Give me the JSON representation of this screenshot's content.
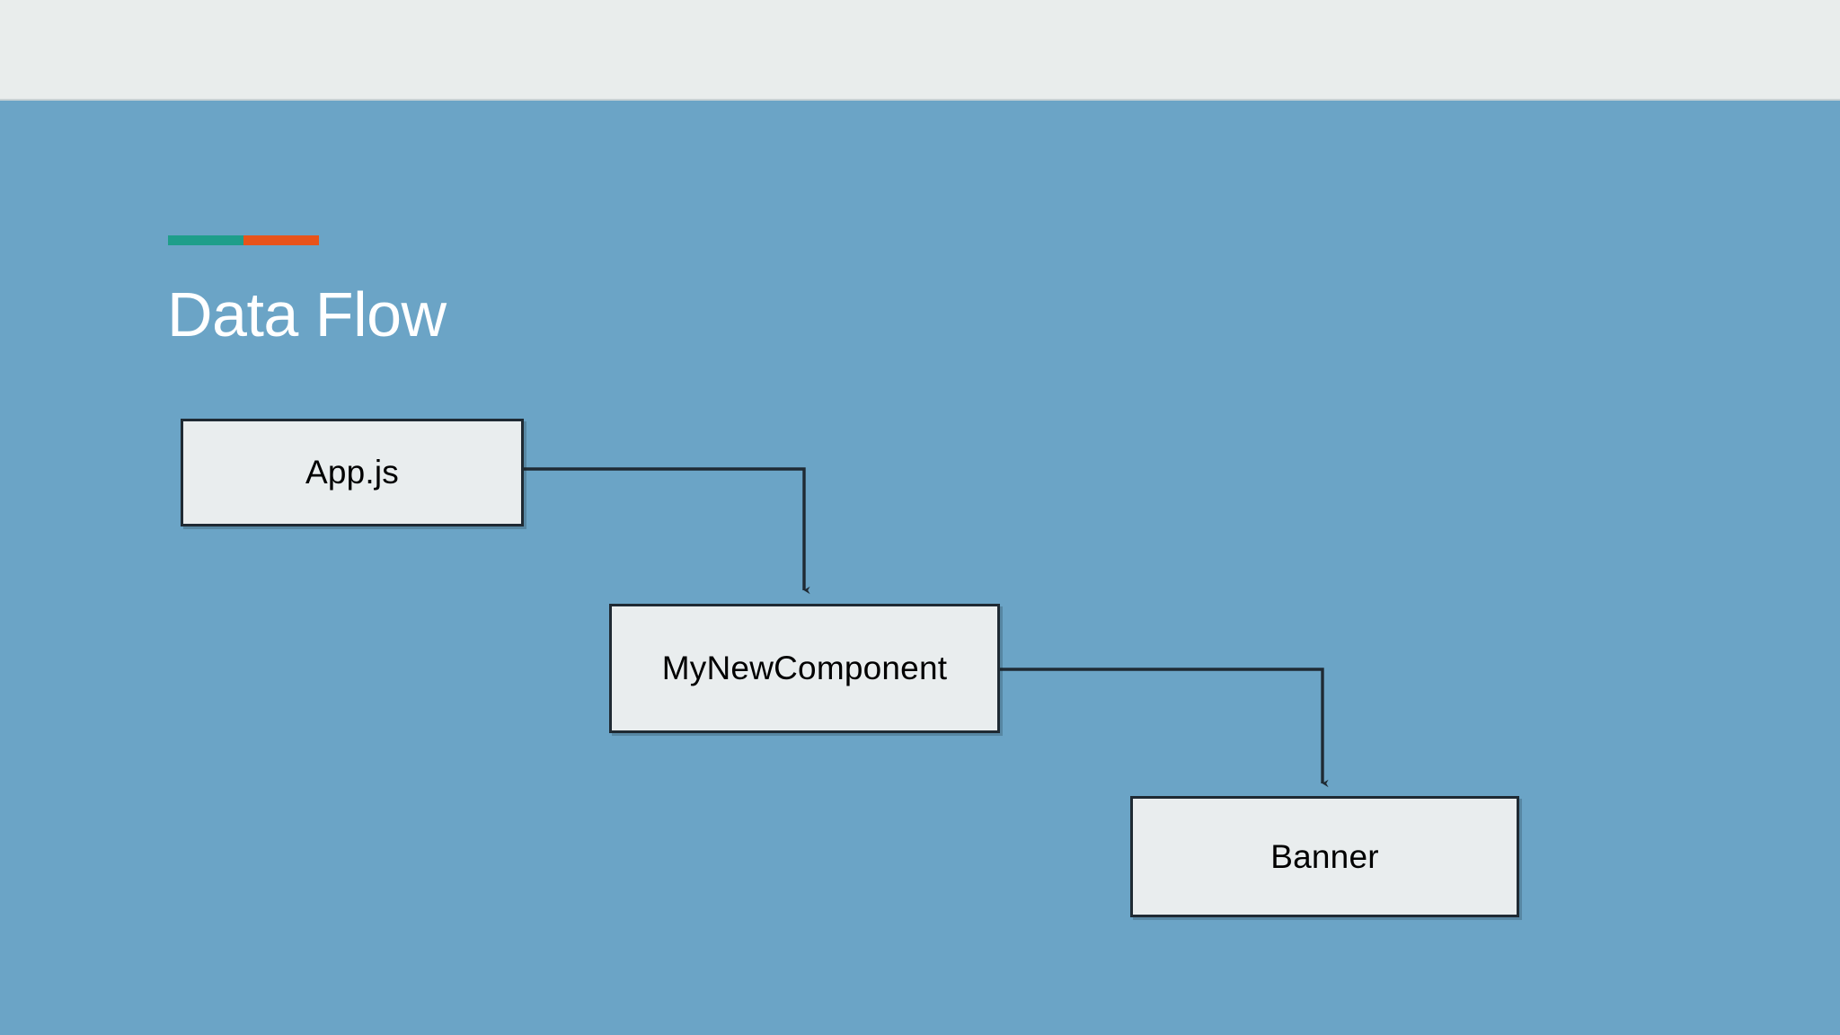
{
  "slide": {
    "title": "Data Flow",
    "background_color": "#6ba4c6",
    "top_band_color": "#e9edec",
    "title_color": "#ffffff"
  },
  "accent_bar": {
    "left_color": "#1e9e8a",
    "right_color": "#e8531a"
  },
  "diagram": {
    "type": "flowchart",
    "node_fill": "#e9edee",
    "node_border_color": "#1f2a33",
    "edge_color": "#1f2a33",
    "nodes": [
      {
        "id": "app",
        "label": "App.js"
      },
      {
        "id": "mynew",
        "label": "MyNewComponent"
      },
      {
        "id": "banner",
        "label": "Banner"
      }
    ],
    "edges": [
      {
        "from": "App.js",
        "to": "MyNewComponent",
        "style": "elbow-arrow"
      },
      {
        "from": "MyNewComponent",
        "to": "Banner",
        "style": "elbow-arrow"
      }
    ]
  }
}
